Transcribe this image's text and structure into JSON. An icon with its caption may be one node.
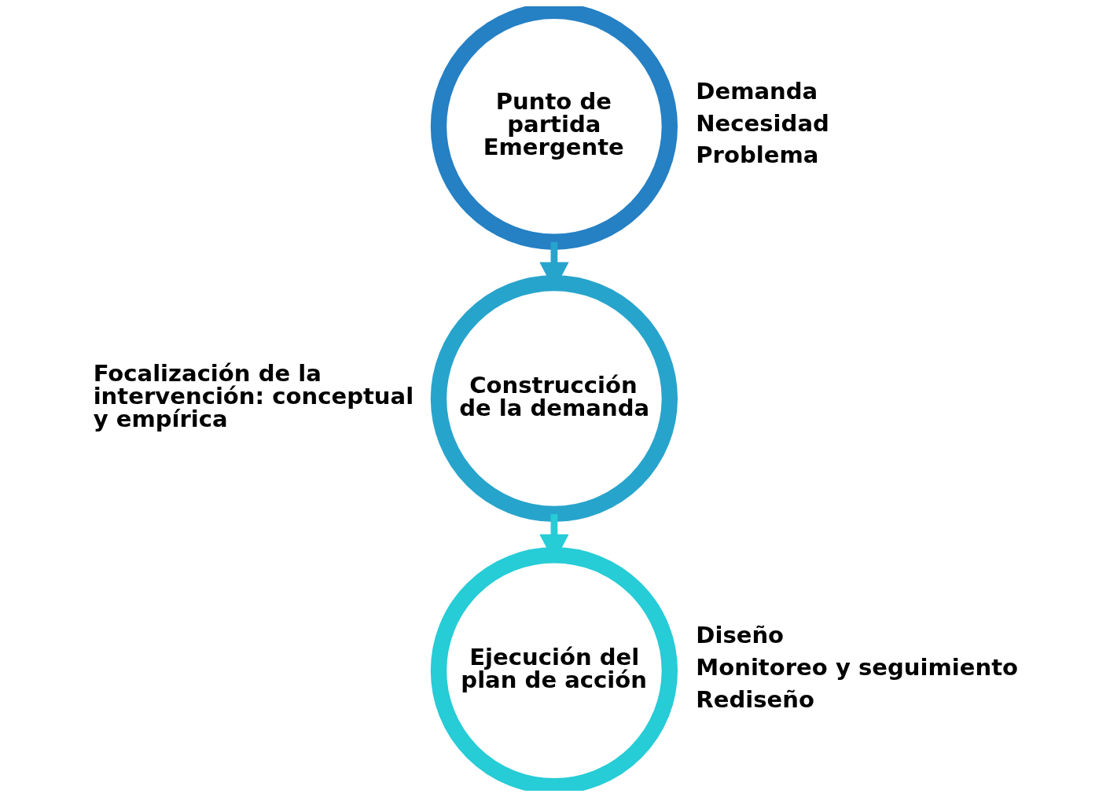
{
  "diagram": {
    "nodes": [
      {
        "text": [
          "Punto de partida Emergente"
        ],
        "beside": [
          "Demanda",
          "Necesidad",
          "Problema"
        ]
      },
      {
        "text": [
          "Construcción de la demanda"
        ],
        "beside": [
          "Focalización de la intervención: conceptual y empírica"
        ]
      },
      {
        "text": [
          "Ejecución del plan de acción"
        ],
        "beside": [
          "Diseño",
          "Monitoreo y seguimiento",
          "Rediseño"
        ]
      }
    ],
    "edges": [
      {
        "from": 0,
        "to": 1,
        "arrow": "to"
      },
      {
        "from": 1,
        "to": 2,
        "arrow": "to"
      }
    ]
  }
}
